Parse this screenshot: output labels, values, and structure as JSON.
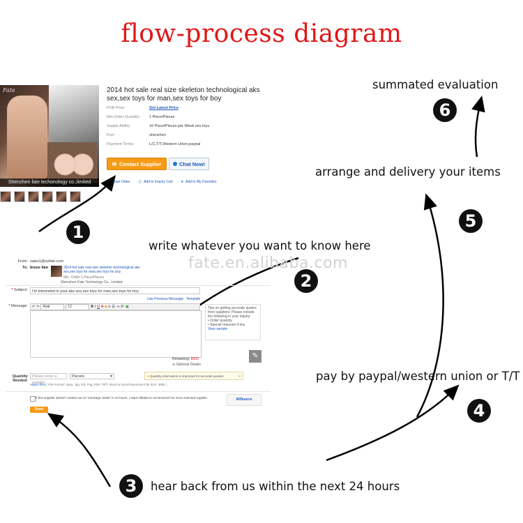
{
  "title": "flow-process diagram",
  "watermark": "fate.en.alibaba.com",
  "steps": [
    {
      "number": "1",
      "text": ""
    },
    {
      "number": "2",
      "text": "write whatever you want to know here"
    },
    {
      "number": "3",
      "text": "hear back from us within the next 24 hours"
    },
    {
      "number": "4",
      "text": "pay by paypal/western union or T/T"
    },
    {
      "number": "5",
      "text": "arrange and delivery your items"
    },
    {
      "number": "6",
      "text": "summated evaluation"
    }
  ],
  "product": {
    "image_logo": "Fate",
    "image_caption": "Shenzhen fate techonology co.,limited",
    "title": "2014 hot sale real size skeleton technological aks sex,sex toys for man,sex toys for boy",
    "specs": [
      {
        "label": "FOB Price:",
        "value": "Get Latest Price",
        "link": true
      },
      {
        "label": "Min.Order Quantity:",
        "value": "1 Piece/Pieces",
        "link": false
      },
      {
        "label": "Supply Ability:",
        "value": "10 Piece/Pieces per Week sex toys",
        "link": false
      },
      {
        "label": "Port:",
        "value": "shenzhen",
        "link": false
      },
      {
        "label": "Payment Terms:",
        "value": "L/C,T/T,Western Union,paypal",
        "link": false
      }
    ],
    "contact_button": "Contact Supplier",
    "chat_button": "Chat Now!",
    "links": [
      "Start Order",
      "Add to Inquiry Cart",
      "Add to My Favorites"
    ]
  },
  "form": {
    "from_label": "From:",
    "from_value": "sales1@szfate.com",
    "to_label": "To:",
    "to_name": "bruce lian",
    "to_product": "2014 hot sale real size skeleton technological aks sex,sex toys for man,sex toys for boy",
    "to_min_order": "Min. Order:1 Piece/Pieces",
    "to_company": "Shenzhen Fate Technology Co., Limited",
    "subject_label": "Subject:",
    "subject_value": "I'm interested in your aks sex,sex toys for man,sex toys for boy",
    "prev_message_link": "Use Previous Message",
    "template_link": "Template",
    "message_label": "Message:",
    "font_name": "Arial",
    "font_size": "12",
    "tips_title": "Tips on getting accurate quotes from suppliers. Please include the following in your inquiry:",
    "tips_items": [
      "Order quantity",
      "Special requests if any"
    ],
    "tips_link": "View sample",
    "remaining_label": "Remaining:",
    "remaining_value": "8000",
    "optional_details": "Optional Details",
    "quantity_label": "Quantity Needed:",
    "quantity_placeholder": "Please enter a number",
    "unit_value": "Piece/s",
    "quantity_hint": "Quantity information is important for accurate quotes!",
    "attach_link": "Attach files",
    "attach_note": "( File Format: Jpeg, Jpg, Gif, Png, PDF, PPT, Word or Excel Maximum File Size: 3MB )",
    "checkbox_text": "If this supplier doesn't contact me on 'message center' in 24 hours, I want Alibaba to recommend me more selected supplier.",
    "allsource_label": "AllSource",
    "send_button": "Send"
  }
}
